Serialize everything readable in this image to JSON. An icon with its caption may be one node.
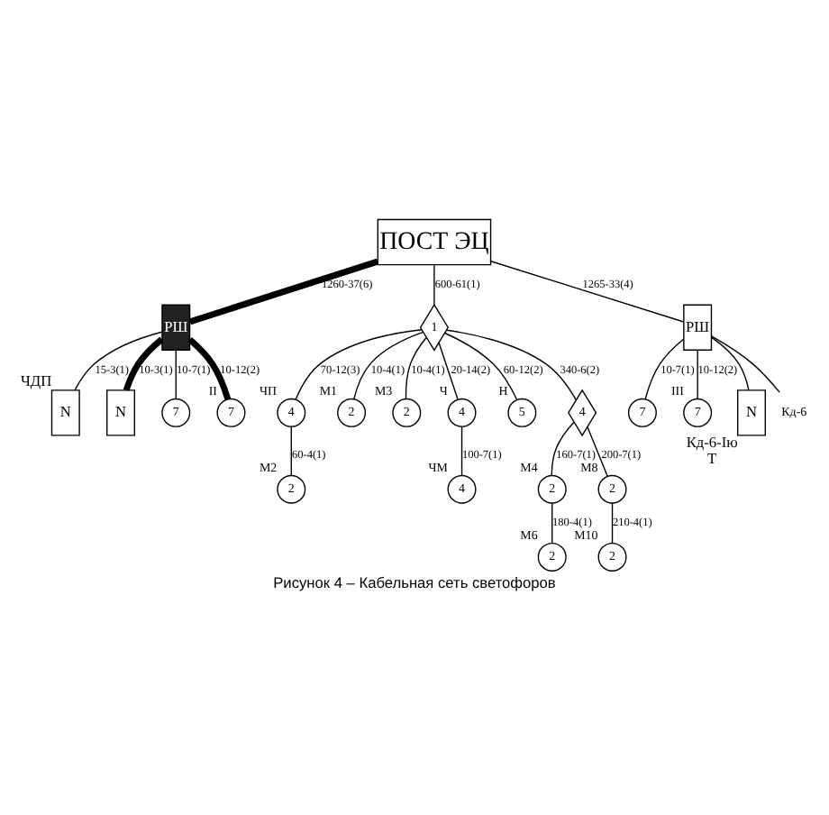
{
  "diagram": {
    "caption": "Рисунок 4 – Кабельная сеть светофоров",
    "nodes": [
      {
        "text": [
          "ПОСТ ЭЦ"
        ]
      },
      {
        "text": [
          "РШ"
        ]
      },
      {
        "text": [
          "N"
        ],
        "beside": [
          "ЧДП"
        ]
      },
      {
        "text": [
          "N"
        ]
      },
      {
        "text": [
          "7"
        ]
      },
      {
        "text": [
          "7"
        ],
        "beside": [
          "II"
        ]
      },
      {
        "text": [
          "1"
        ]
      },
      {
        "text": [
          "4"
        ],
        "beside": [
          "ЧП"
        ]
      },
      {
        "text": [
          "2"
        ],
        "beside": [
          "М2"
        ]
      },
      {
        "text": [
          "2"
        ],
        "beside": [
          "М1"
        ]
      },
      {
        "text": [
          "2"
        ],
        "beside": [
          "М3"
        ]
      },
      {
        "text": [
          "4"
        ],
        "beside": [
          "Ч"
        ]
      },
      {
        "text": [
          "4"
        ],
        "beside": [
          "ЧМ"
        ]
      },
      {
        "text": [
          "5"
        ],
        "beside": [
          "Н"
        ]
      },
      {
        "text": [
          "4"
        ]
      },
      {
        "text": [
          "2"
        ],
        "beside": [
          "М4"
        ]
      },
      {
        "text": [
          "2"
        ],
        "beside": [
          "М6"
        ]
      },
      {
        "text": [
          "2"
        ],
        "beside": [
          "М8"
        ]
      },
      {
        "text": [
          "2"
        ],
        "beside": [
          "М10"
        ]
      },
      {
        "text": [
          "РШ"
        ]
      },
      {
        "text": [
          "7"
        ]
      },
      {
        "text": [
          "7"
        ],
        "beside": [
          "III"
        ]
      },
      {
        "text": [
          "N"
        ],
        "beside": [
          "Кд-6-Ію",
          "Т"
        ]
      },
      {
        "text": [
          "Кд-6"
        ]
      }
    ],
    "edges": [
      {
        "from": 0,
        "to": 1,
        "arrow": "none",
        "label": "1260-37(6)",
        "style": "thick"
      },
      {
        "from": 1,
        "to": 2,
        "arrow": "none",
        "label": "15-3(1)"
      },
      {
        "from": 1,
        "to": 3,
        "arrow": "none",
        "label": "10-3(1)",
        "style": "thick"
      },
      {
        "from": 1,
        "to": 4,
        "arrow": "none",
        "label": "10-7(1)"
      },
      {
        "from": 1,
        "to": 5,
        "arrow": "none",
        "label": "10-12(2)",
        "style": "thick"
      },
      {
        "from": 0,
        "to": 6,
        "arrow": "none",
        "label": "600-61(1)"
      },
      {
        "from": 6,
        "to": 7,
        "arrow": "none",
        "label": "70-12(3)"
      },
      {
        "from": 7,
        "to": 8,
        "arrow": "none",
        "label": "60-4(1)"
      },
      {
        "from": 6,
        "to": 9,
        "arrow": "none",
        "label": "10-4(1)"
      },
      {
        "from": 6,
        "to": 10,
        "arrow": "none",
        "label": "10-4(1)"
      },
      {
        "from": 6,
        "to": 11,
        "arrow": "none",
        "label": "20-14(2)"
      },
      {
        "from": 11,
        "to": 12,
        "arrow": "none",
        "label": "100-7(1)"
      },
      {
        "from": 6,
        "to": 13,
        "arrow": "none",
        "label": "60-12(2)"
      },
      {
        "from": 6,
        "to": 14,
        "arrow": "none",
        "label": "340-6(2)"
      },
      {
        "from": 14,
        "to": 15,
        "arrow": "none",
        "label": "160-7(1)"
      },
      {
        "from": 15,
        "to": 16,
        "arrow": "none",
        "label": "180-4(1)"
      },
      {
        "from": 14,
        "to": 17,
        "arrow": "none",
        "label": "200-7(1)"
      },
      {
        "from": 17,
        "to": 18,
        "arrow": "none",
        "label": "210-4(1)"
      },
      {
        "from": 0,
        "to": 19,
        "arrow": "none",
        "label": "1265-33(4)"
      },
      {
        "from": 19,
        "to": 20,
        "arrow": "none",
        "label": "10-7(1)"
      },
      {
        "from": 19,
        "to": 21,
        "arrow": "none",
        "label": "10-12(2)"
      },
      {
        "from": 19,
        "to": 22,
        "arrow": "none"
      },
      {
        "from": 19,
        "to": 23,
        "arrow": "none"
      }
    ]
  }
}
